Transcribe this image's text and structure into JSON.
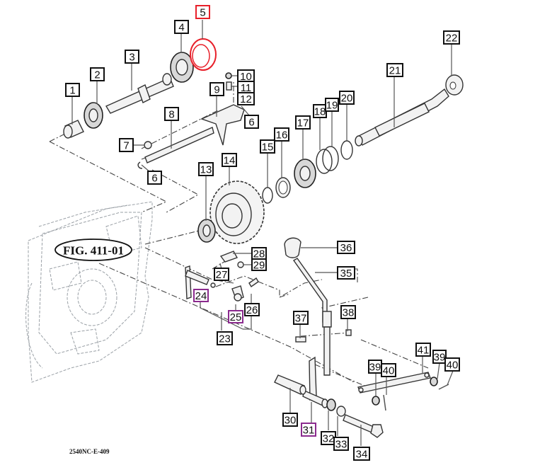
{
  "figure": {
    "reference_label": "FIG. 411-01",
    "drawing_code": "2540NC-E-409"
  },
  "colors": {
    "highlight_red": "#e8202a",
    "highlight_purple": "#8b2a8e",
    "callout_border": "#111111"
  },
  "callouts": [
    {
      "id": "c1",
      "label": "1",
      "style": "normal"
    },
    {
      "id": "c2",
      "label": "2",
      "style": "normal"
    },
    {
      "id": "c3",
      "label": "3",
      "style": "normal"
    },
    {
      "id": "c4",
      "label": "4",
      "style": "normal"
    },
    {
      "id": "c5",
      "label": "5",
      "style": "red"
    },
    {
      "id": "c6a",
      "label": "6",
      "style": "normal"
    },
    {
      "id": "c6b",
      "label": "6",
      "style": "normal"
    },
    {
      "id": "c7",
      "label": "7",
      "style": "normal"
    },
    {
      "id": "c8",
      "label": "8",
      "style": "normal"
    },
    {
      "id": "c9",
      "label": "9",
      "style": "normal"
    },
    {
      "id": "c10",
      "label": "10",
      "style": "normal"
    },
    {
      "id": "c11",
      "label": "11",
      "style": "normal"
    },
    {
      "id": "c12",
      "label": "12",
      "style": "normal"
    },
    {
      "id": "c13",
      "label": "13",
      "style": "normal"
    },
    {
      "id": "c14",
      "label": "14",
      "style": "normal"
    },
    {
      "id": "c15",
      "label": "15",
      "style": "normal"
    },
    {
      "id": "c16",
      "label": "16",
      "style": "normal"
    },
    {
      "id": "c17",
      "label": "17",
      "style": "normal"
    },
    {
      "id": "c18",
      "label": "18",
      "style": "normal"
    },
    {
      "id": "c19",
      "label": "19",
      "style": "normal"
    },
    {
      "id": "c20",
      "label": "20",
      "style": "normal"
    },
    {
      "id": "c21",
      "label": "21",
      "style": "normal"
    },
    {
      "id": "c22",
      "label": "22",
      "style": "normal"
    },
    {
      "id": "c23",
      "label": "23",
      "style": "normal"
    },
    {
      "id": "c24",
      "label": "24",
      "style": "purple"
    },
    {
      "id": "c25",
      "label": "25",
      "style": "purple"
    },
    {
      "id": "c26",
      "label": "26",
      "style": "normal"
    },
    {
      "id": "c27",
      "label": "27",
      "style": "normal"
    },
    {
      "id": "c28",
      "label": "28",
      "style": "normal"
    },
    {
      "id": "c29",
      "label": "29",
      "style": "normal"
    },
    {
      "id": "c30",
      "label": "30",
      "style": "normal"
    },
    {
      "id": "c31",
      "label": "31",
      "style": "purple"
    },
    {
      "id": "c32",
      "label": "32",
      "style": "normal"
    },
    {
      "id": "c33",
      "label": "33",
      "style": "normal"
    },
    {
      "id": "c34",
      "label": "34",
      "style": "normal"
    },
    {
      "id": "c35",
      "label": "35",
      "style": "normal"
    },
    {
      "id": "c36",
      "label": "36",
      "style": "normal"
    },
    {
      "id": "c37",
      "label": "37",
      "style": "normal"
    },
    {
      "id": "c38",
      "label": "38",
      "style": "normal"
    },
    {
      "id": "c39a",
      "label": "39",
      "style": "normal"
    },
    {
      "id": "c39b",
      "label": "39",
      "style": "normal"
    },
    {
      "id": "c40a",
      "label": "40",
      "style": "normal"
    },
    {
      "id": "c40b",
      "label": "40",
      "style": "normal"
    },
    {
      "id": "c41",
      "label": "41",
      "style": "normal"
    }
  ]
}
